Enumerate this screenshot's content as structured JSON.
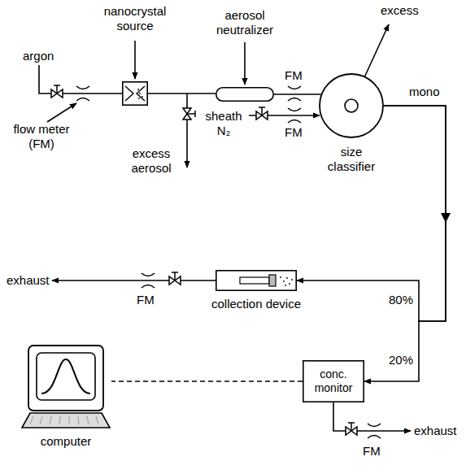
{
  "diagram": {
    "nodes": [
      {
        "text": [
          "nanocrystal source"
        ]
      },
      {
        "text": [
          "aerosol neutralizer"
        ]
      },
      {
        "text": [
          "size classifier"
        ]
      },
      {
        "text": [
          "collection device"
        ]
      },
      {
        "text": [
          "conc. monitor"
        ]
      },
      {
        "text": [
          "computer"
        ]
      }
    ],
    "edges": [
      {
        "from": 0,
        "to": 1,
        "arrow": "none"
      },
      {
        "from": 1,
        "to": 2,
        "arrow": "none"
      },
      {
        "from": 2,
        "to": 3,
        "arrow": "to",
        "label": "80%"
      },
      {
        "from": 2,
        "to": 4,
        "arrow": "to",
        "label": "20%"
      },
      {
        "from": 4,
        "to": 5,
        "arrow": "none"
      }
    ],
    "labels": [
      "argon",
      "flow meter (FM)",
      "excess aerosol",
      "FM",
      "sheath N₂",
      "FM",
      "excess",
      "mono",
      "exhaust",
      "FM",
      "FM",
      "exhaust"
    ]
  }
}
